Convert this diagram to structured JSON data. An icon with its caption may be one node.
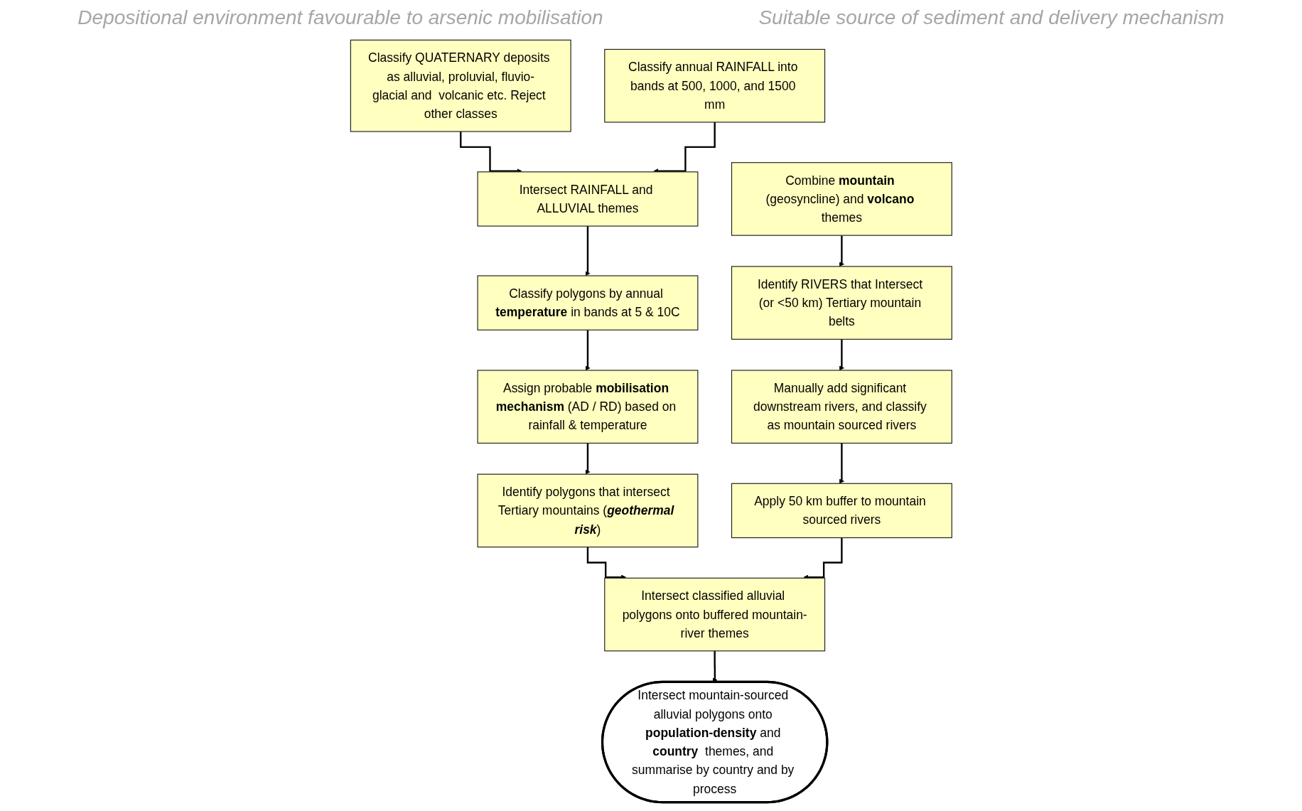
{
  "diagram": {
    "nodes": [
      {
        "text": [
          "Classify QUATERNARY deposits as alluvial, proluvial, fluvio-glacial and  volcanic etc. Reject other classes"
        ]
      },
      {
        "text": [
          "Classify annual RAINFALL into bands at 500, 1000, and 1500 mm"
        ]
      },
      {
        "text": [
          "Intersect RAINFALL and ALLUVIAL themes"
        ]
      },
      {
        "text": [
          "Classify polygons by annual **temperature** in bands at 5 & 10C"
        ]
      },
      {
        "text": [
          "Assign probable **mobilisation mechanism** (AD / RD) based on rainfall & temperature"
        ]
      },
      {
        "text": [
          "Identify polygons that intersect Tertiary mountains (**geothermal risk**)"
        ]
      },
      {
        "text": [
          "Combine **mountain** (geosyncline) and **volcano** themes"
        ]
      },
      {
        "text": [
          "Identify RIVERS that Intersect (or <50 km) Tertiary mountain belts"
        ]
      },
      {
        "text": [
          "Manually add significant downstream rivers, and classify as mountain sourced rivers"
        ]
      },
      {
        "text": [
          "Apply 50 km buffer to mountain sourced rivers"
        ]
      },
      {
        "text": [
          "Intersect classified alluvial polygons onto buffered mountain-river themes"
        ]
      },
      {
        "text": [
          "Intersect mountain-sourced alluvial polygons onto **population-density** and **country**  themes, and summarise by country and by process"
        ]
      }
    ],
    "edges": [
      {
        "from": 0,
        "to": 2,
        "arrow": "to"
      },
      {
        "from": 1,
        "to": 2,
        "arrow": "to"
      },
      {
        "from": 2,
        "to": 3,
        "arrow": "to"
      },
      {
        "from": 3,
        "to": 4,
        "arrow": "to"
      },
      {
        "from": 4,
        "to": 5,
        "arrow": "to"
      },
      {
        "from": 5,
        "to": 10,
        "arrow": "to"
      },
      {
        "from": 6,
        "to": 7,
        "arrow": "to"
      },
      {
        "from": 7,
        "to": 8,
        "arrow": "to"
      },
      {
        "from": 8,
        "to": 9,
        "arrow": "to"
      },
      {
        "from": 9,
        "to": 10,
        "arrow": "to"
      },
      {
        "from": 10,
        "to": 11,
        "arrow": "to"
      }
    ],
    "labels": [
      "Depositional environment favourable to arsenic mobilisation",
      "Suitable source of sediment and delivery mechanism"
    ]
  }
}
